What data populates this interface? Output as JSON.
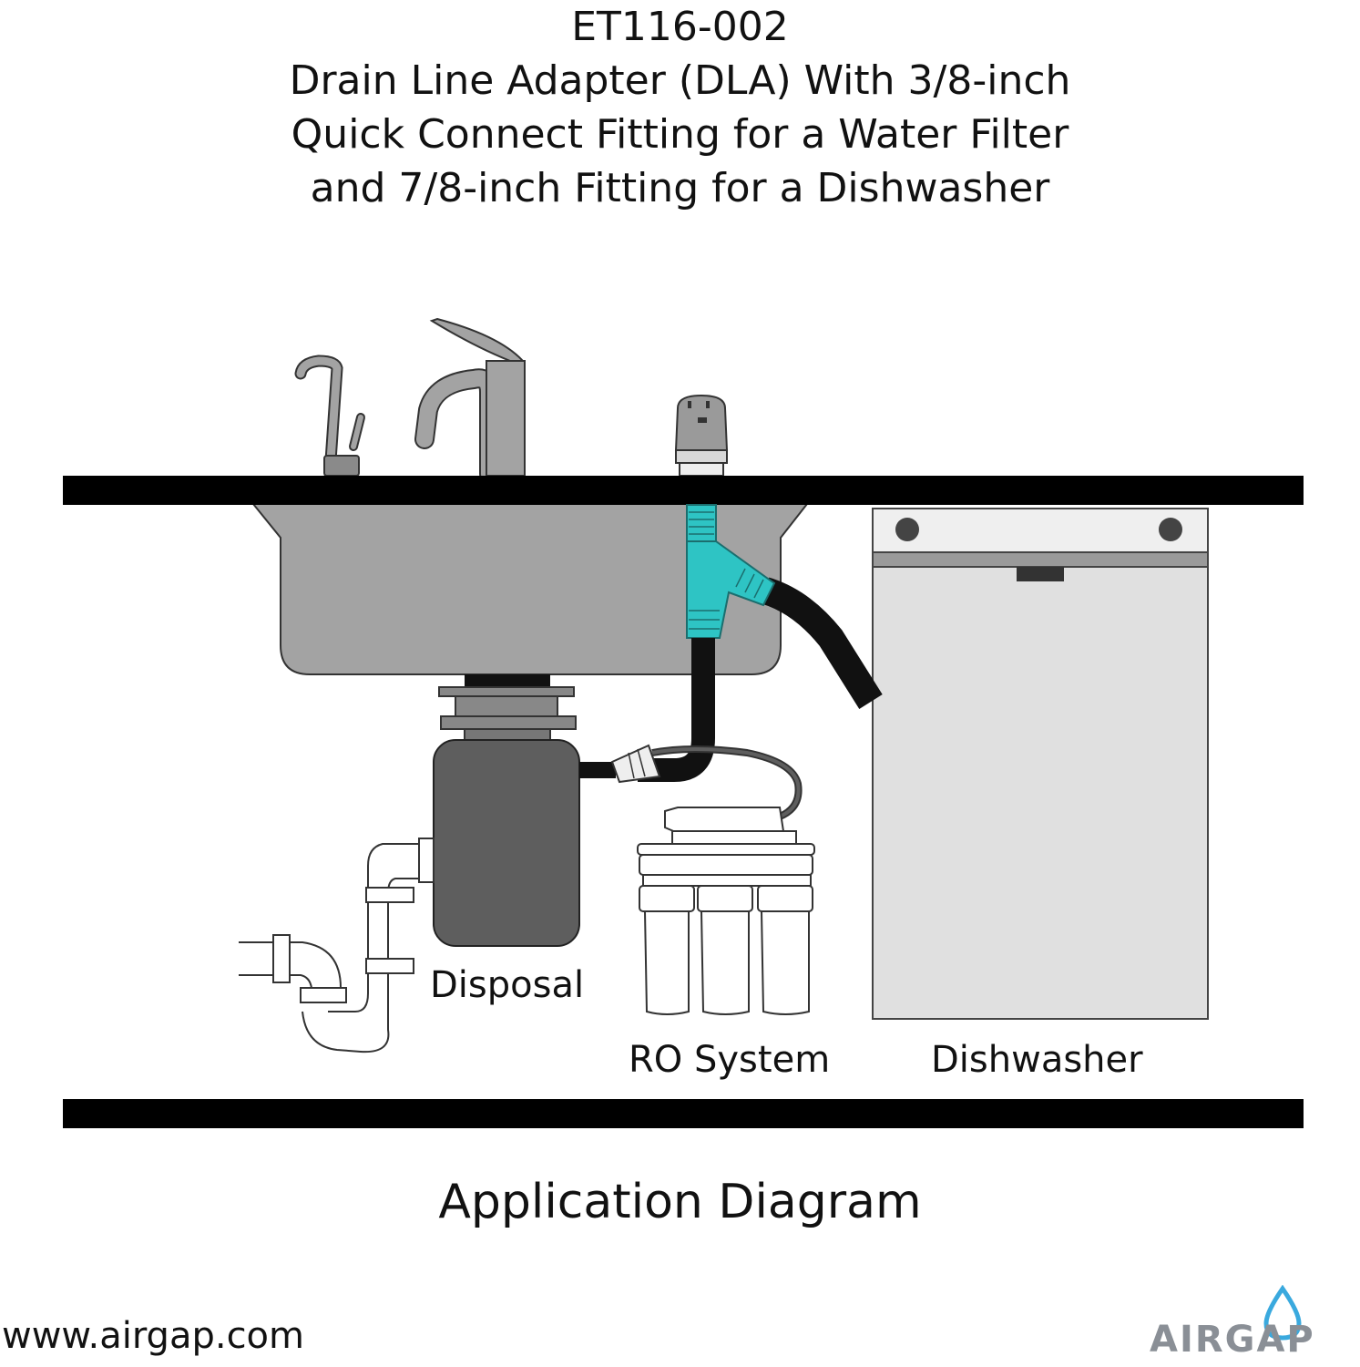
{
  "header": {
    "lines": [
      "ET116-002",
      "Drain Line Adapter (DLA) With 3/8-inch",
      "Quick Connect Fitting for a Water Filter",
      "and 7/8-inch Fitting for a Dishwasher"
    ]
  },
  "labels": {
    "disposal": "Disposal",
    "ro_system": "RO System",
    "dishwasher": "Dishwasher"
  },
  "caption": "Application Diagram",
  "footer": {
    "website": "www.airgap.com",
    "logo_text": "AIRGAP"
  },
  "colors": {
    "counter": "#000000",
    "sink": "#a3a3a3",
    "disposal": "#5e5e5e",
    "adapter": "#2ec4c4",
    "dishwasher_panel": "#e0e0e0",
    "logo_drop": "#3aa9de",
    "logo_text": "#8a8f96"
  }
}
